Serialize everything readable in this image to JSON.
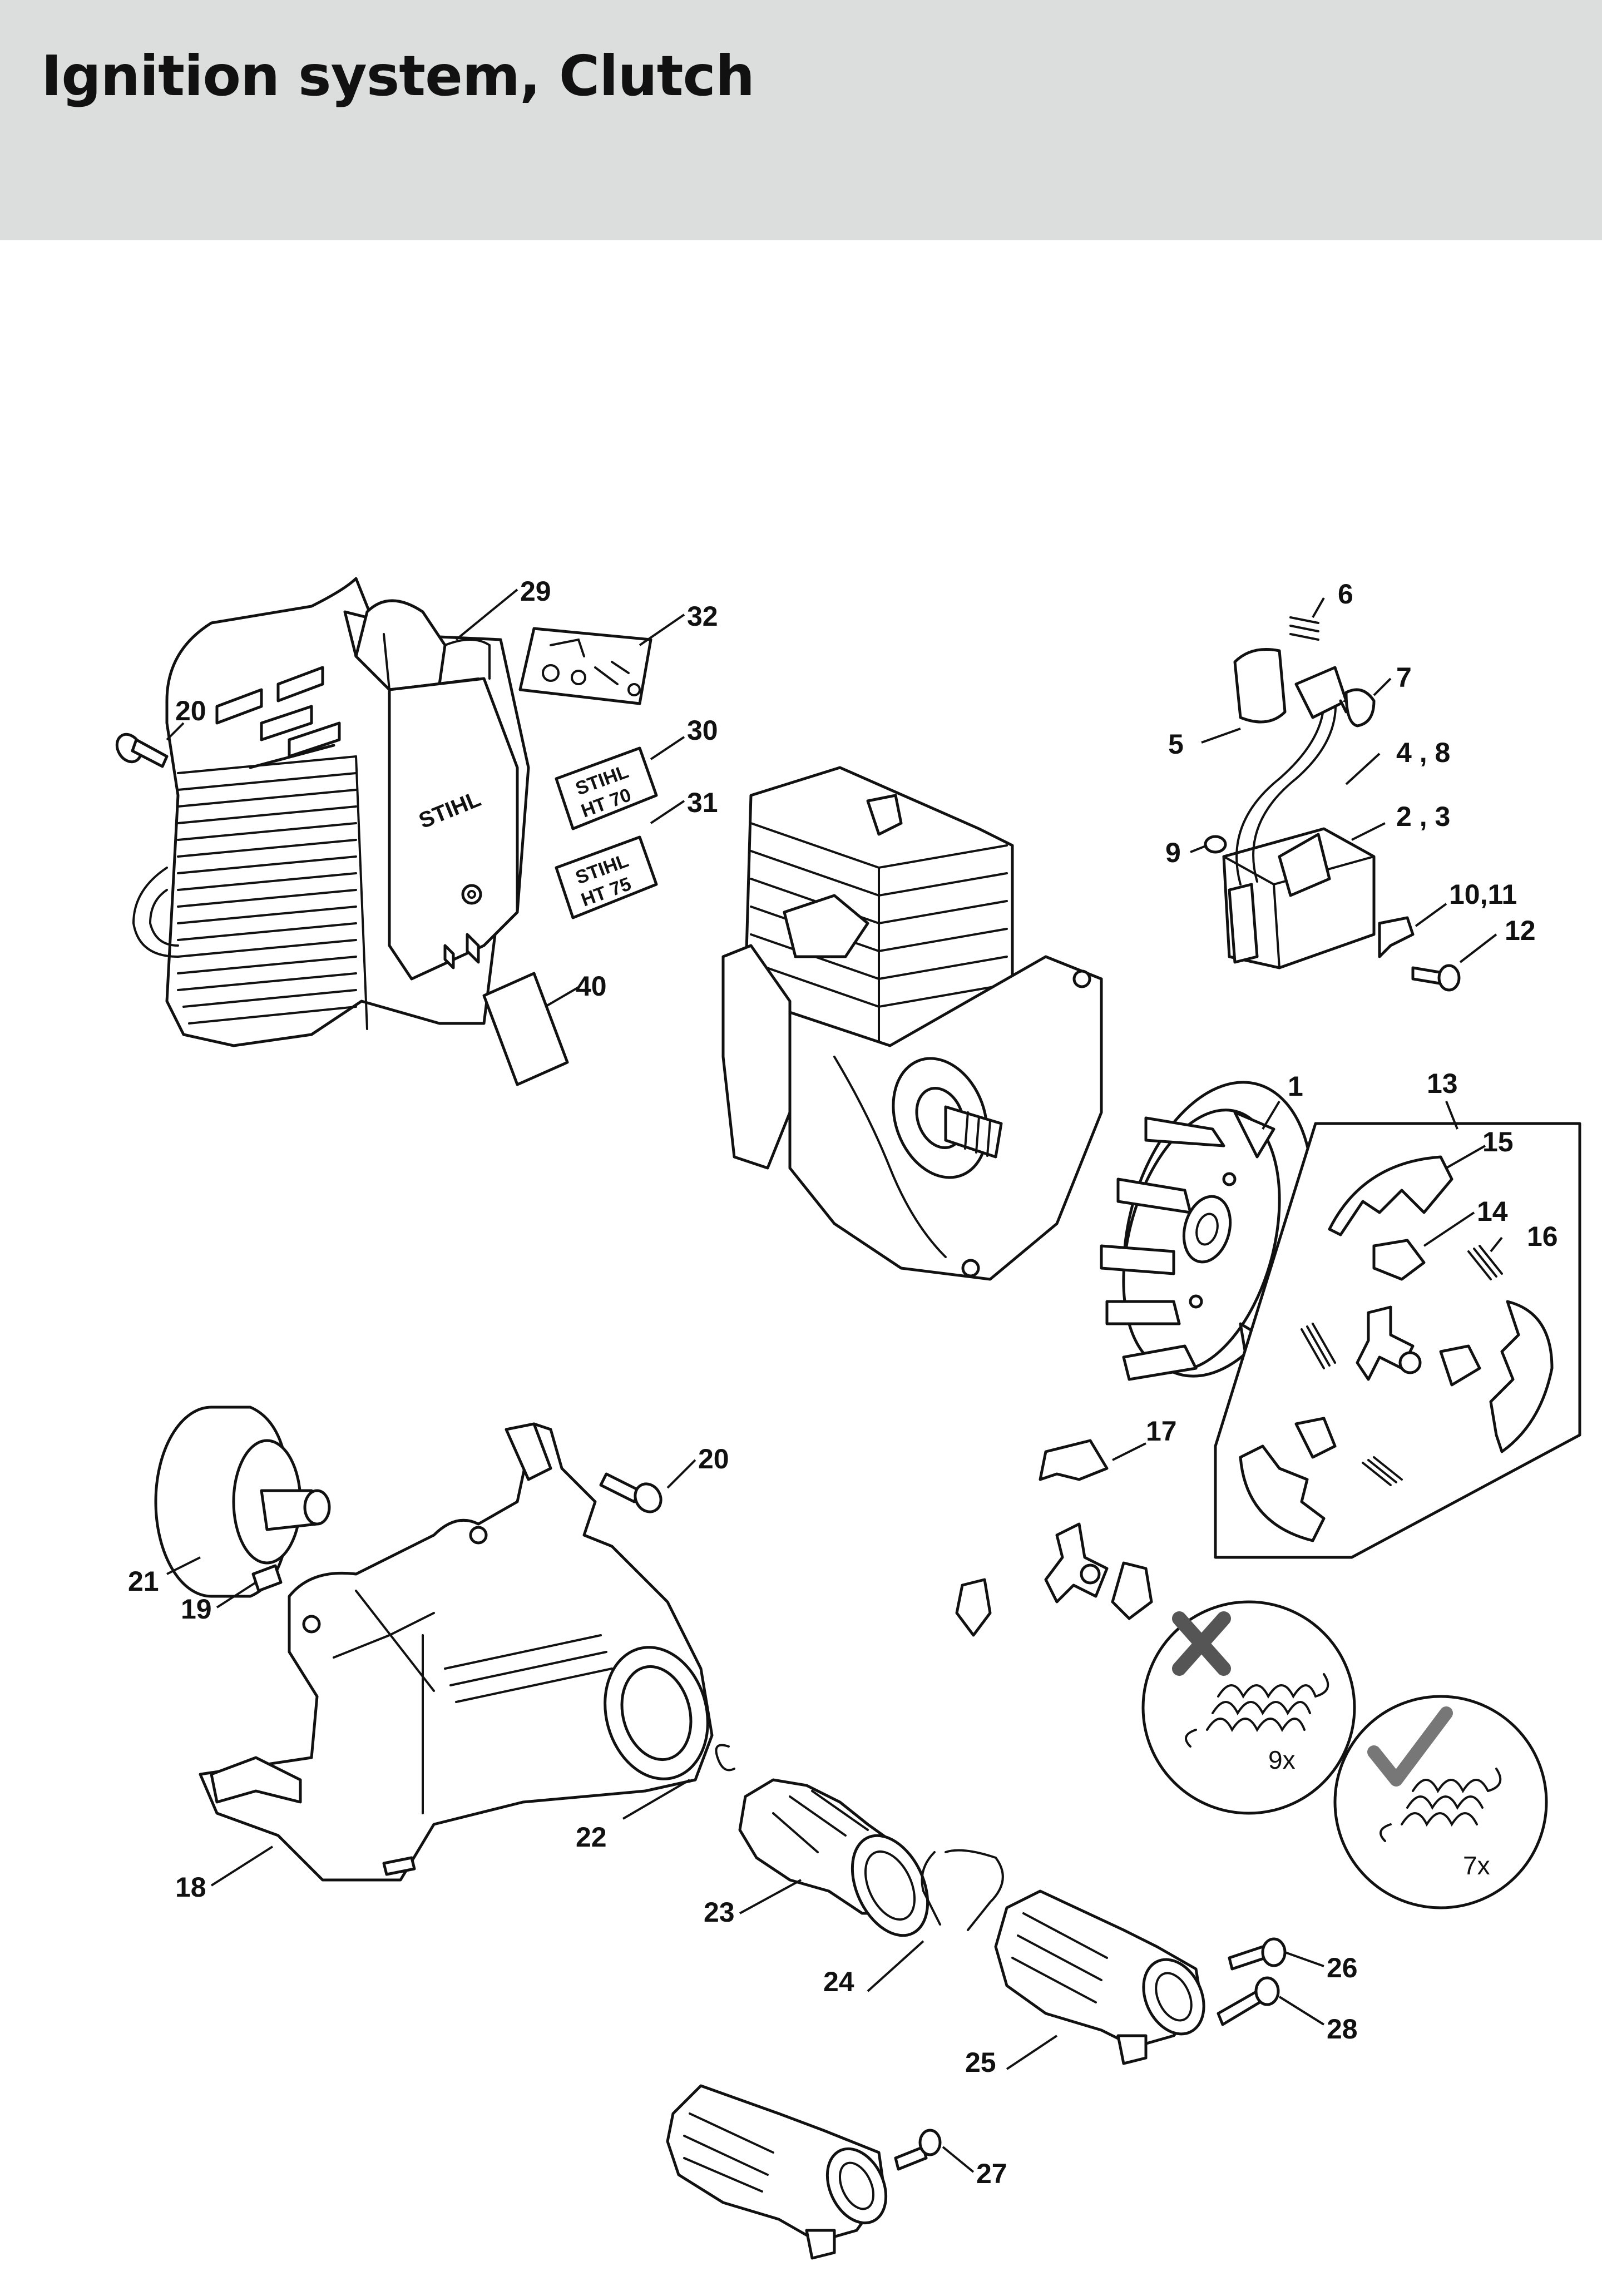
{
  "title": "Ignition system, Clutch",
  "callouts": [
    "1",
    "2 , 3",
    "4 , 8",
    "5",
    "6",
    "7",
    "9",
    "10,11",
    "12",
    "13",
    "14",
    "15",
    "16",
    "17",
    "18",
    "19",
    "20",
    "20",
    "21",
    "22",
    "23",
    "24",
    "25",
    "26",
    "27",
    "28",
    "29",
    "30",
    "31",
    "32",
    "40"
  ],
  "spring_notes": {
    "wrong": "9x",
    "right": "7x"
  },
  "decals": {
    "brand": "STIHL",
    "model_a": "HT 70",
    "model_b": "HT 75"
  },
  "colors": {
    "header_bg": "#dcdddd",
    "line": "#111111",
    "wrong_mark": "#555555",
    "right_mark": "#777777"
  }
}
